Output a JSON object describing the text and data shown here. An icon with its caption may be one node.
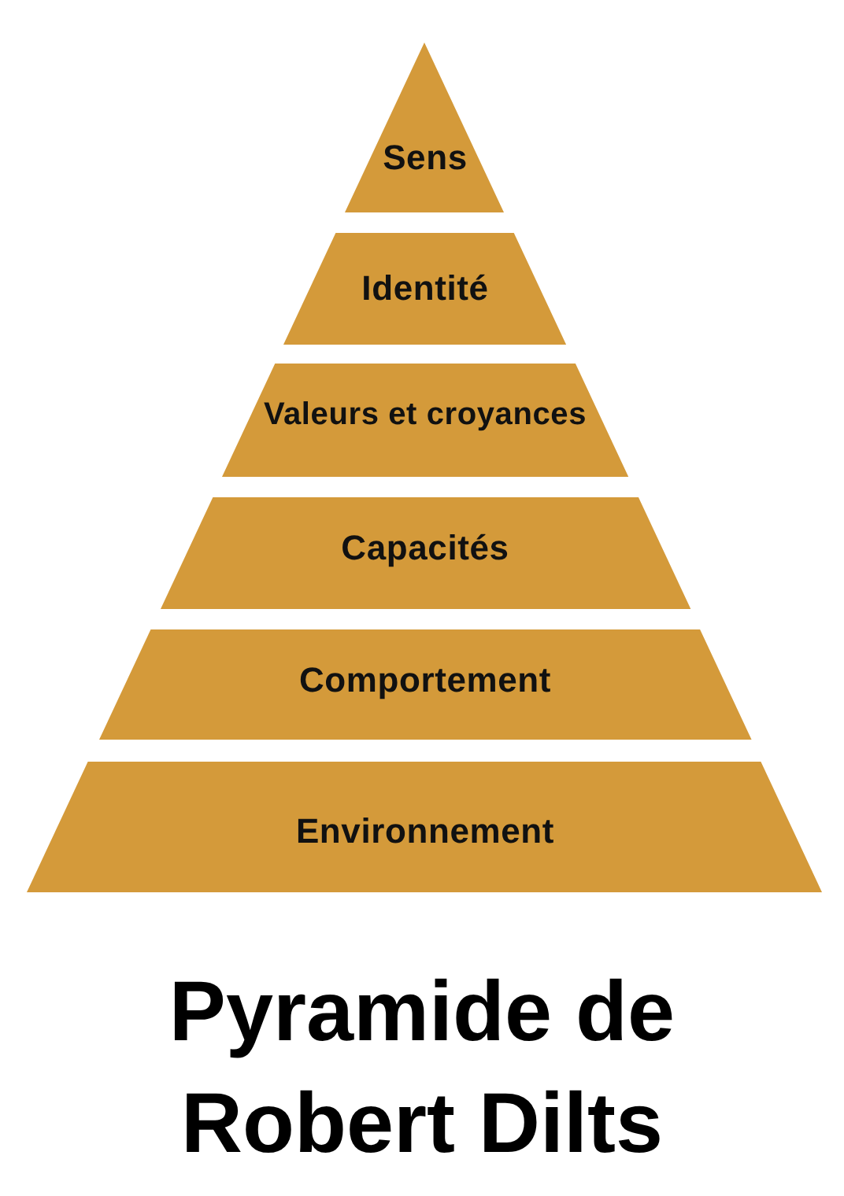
{
  "diagram": {
    "title": "Pyramide de Robert Dilts",
    "nodes": [
      {
        "text": [
          "Sens"
        ]
      },
      {
        "text": [
          "Identité"
        ]
      },
      {
        "text": [
          "Valeurs et croyances"
        ]
      },
      {
        "text": [
          "Capacités"
        ]
      },
      {
        "text": [
          "Comportement"
        ]
      },
      {
        "text": [
          "Environnement"
        ]
      }
    ]
  }
}
